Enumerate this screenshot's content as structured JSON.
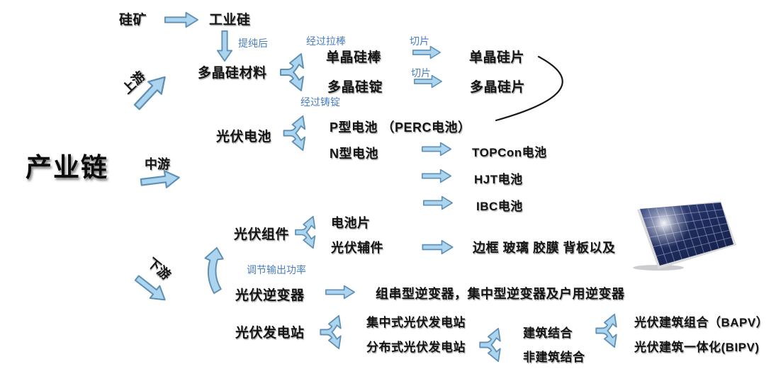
{
  "diagram": {
    "title": "产业链",
    "stages": {
      "upstream": "上游",
      "midstream": "中游",
      "downstream": "下游"
    },
    "nodes": {
      "silicon_ore": "硅矿",
      "industrial_silicon": "工业硅",
      "poly_material": "多晶硅材料",
      "mono_rod": "单晶硅棒",
      "poly_ingot": "多晶硅锭",
      "mono_wafer": "单晶硅片",
      "poly_wafer": "多晶硅片",
      "pv_cell": "光伏电池",
      "p_type": "P型电池 （PERC电池）",
      "n_type": "N型电池",
      "topcon": "TOPCon电池",
      "hjt": "HJT电池",
      "ibc": "IBC电池",
      "pv_module": "光伏组件",
      "cell_sheet": "电池片",
      "pv_aux": "光伏辅件",
      "aux_detail": "边框 玻璃 胶膜 背板以及",
      "pv_inverter": "光伏逆变器",
      "inverter_types": "组串型逆变器，集中型逆变器及户用逆变器",
      "pv_station": "光伏发电站",
      "central_station": "集中式光伏发电站",
      "distributed_station": "分布式光伏发电站",
      "building": "建筑结合",
      "non_building": "非建筑结合",
      "bapv": "光伏建筑组合（BAPV）",
      "bipv": "光伏建筑一体化(BIPV)"
    },
    "edge_labels": {
      "purify": "提纯后",
      "rod_pulling": "经过拉棒",
      "ingot_casting": "经过铸锭",
      "slice_mono": "切片",
      "slice_poly": "切片",
      "adjust_output": "调节输出功率"
    },
    "icons": {
      "solar_panel_image": "photo of tilted blue solar panel"
    },
    "colors": {
      "arrow_fill": "#abd5ee",
      "arrow_stroke": "#5f8fb4",
      "edge_label_blue": "#4a7ec0",
      "text_black": "#141414",
      "panel_navy": "#1f2c5e"
    }
  }
}
